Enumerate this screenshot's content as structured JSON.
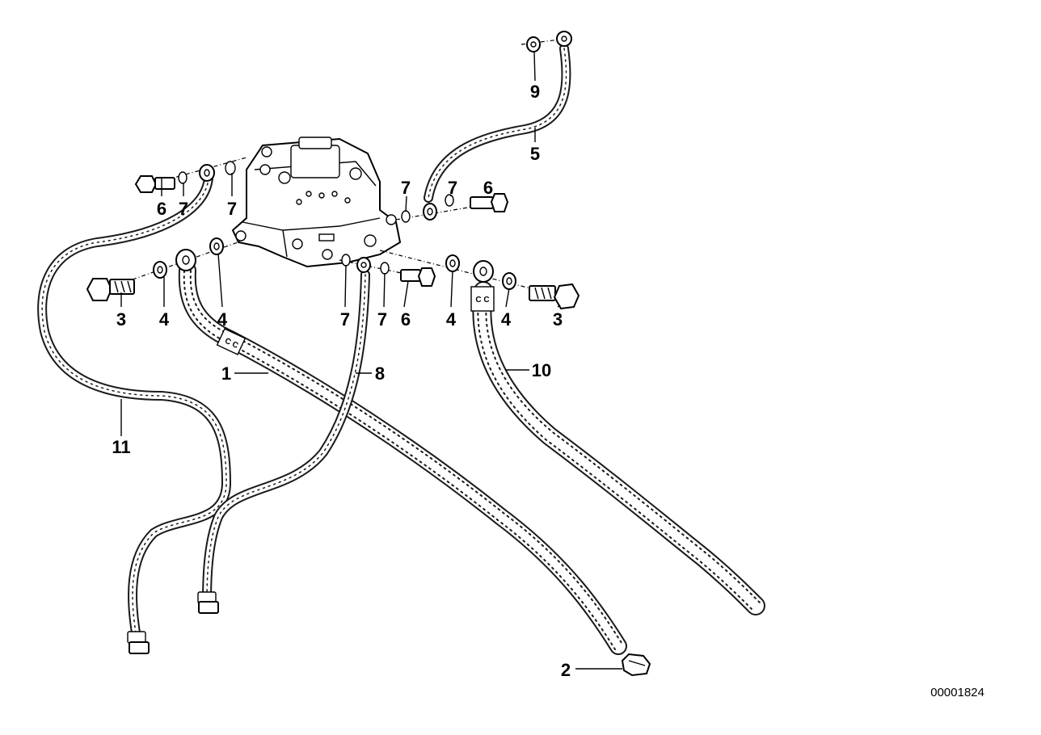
{
  "diagram": {
    "reference_number": "00001824",
    "hose_marking": "C C",
    "callouts": [
      {
        "id": "c1",
        "label": "1"
      },
      {
        "id": "c2",
        "label": "2"
      },
      {
        "id": "c3a",
        "label": "3"
      },
      {
        "id": "c3b",
        "label": "3"
      },
      {
        "id": "c4a",
        "label": "4"
      },
      {
        "id": "c4b",
        "label": "4"
      },
      {
        "id": "c4c",
        "label": "4"
      },
      {
        "id": "c4d",
        "label": "4"
      },
      {
        "id": "c5",
        "label": "5"
      },
      {
        "id": "c6a",
        "label": "6"
      },
      {
        "id": "c6b",
        "label": "6"
      },
      {
        "id": "c6c",
        "label": "6"
      },
      {
        "id": "c7a",
        "label": "7"
      },
      {
        "id": "c7b",
        "label": "7"
      },
      {
        "id": "c7c",
        "label": "7"
      },
      {
        "id": "c7d",
        "label": "7"
      },
      {
        "id": "c7e",
        "label": "7"
      },
      {
        "id": "c7f",
        "label": "7"
      },
      {
        "id": "c8",
        "label": "8"
      },
      {
        "id": "c9",
        "label": "9"
      },
      {
        "id": "c10",
        "label": "10"
      },
      {
        "id": "c11",
        "label": "11"
      }
    ]
  }
}
